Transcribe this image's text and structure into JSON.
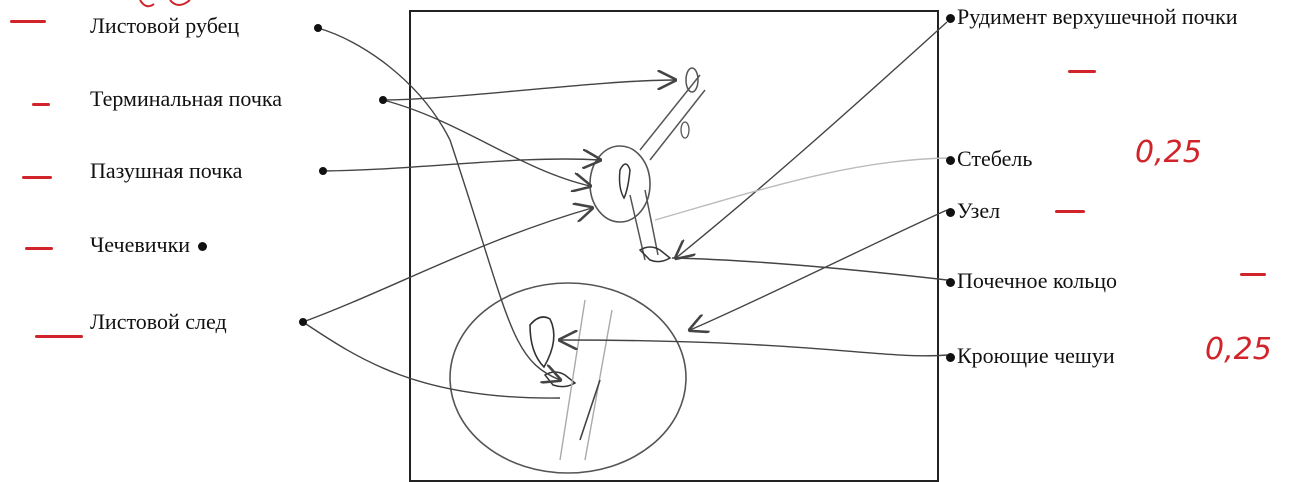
{
  "left_labels": [
    {
      "id": "leaf-scar",
      "text": "Листовой рубец"
    },
    {
      "id": "terminal-bud",
      "text": "Терминальная почка"
    },
    {
      "id": "axillary-bud",
      "text": "Пазушная почка"
    },
    {
      "id": "lenticels",
      "text": "Чечевички"
    },
    {
      "id": "leaf-trace",
      "text": "Листовой  след"
    }
  ],
  "right_labels": [
    {
      "id": "apical-bud-rudiment",
      "text": "Рудимент верхушечной почки"
    },
    {
      "id": "stem",
      "text": "Стебель"
    },
    {
      "id": "node",
      "text": "Узел"
    },
    {
      "id": "bud-ring",
      "text": "Почечное кольцо"
    },
    {
      "id": "bud-scales",
      "text": "Кроющие чешуи"
    }
  ],
  "grades": {
    "stem": "0,25",
    "bud_scales": "0,25"
  },
  "colors": {
    "ink": "#111111",
    "pencil": "#444444",
    "grader_red": "#d1242a"
  }
}
